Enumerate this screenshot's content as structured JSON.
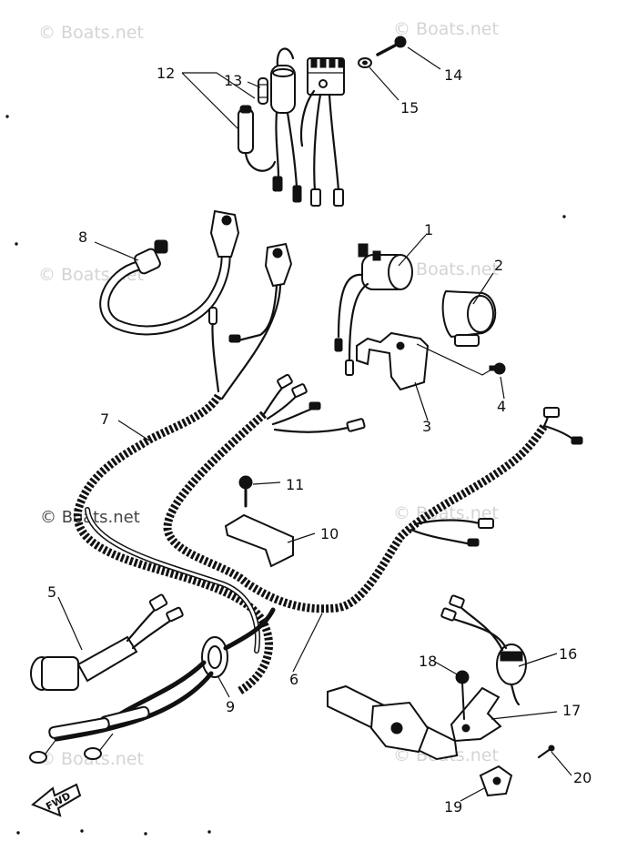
{
  "watermark": "© Boats.net",
  "fwd_label": "FWD",
  "callouts": [
    "1",
    "2",
    "3",
    "4",
    "5",
    "6",
    "7",
    "8",
    "9",
    "10",
    "11",
    "12",
    "13",
    "14",
    "15",
    "16",
    "17",
    "18",
    "19",
    "20"
  ]
}
